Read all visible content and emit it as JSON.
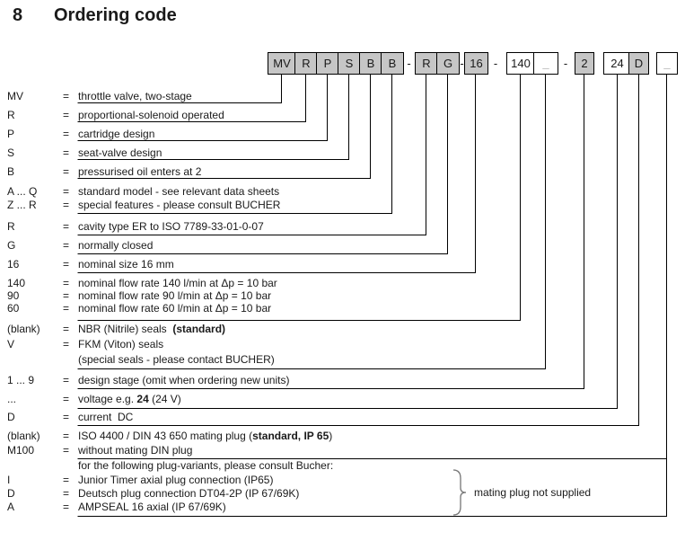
{
  "title": {
    "section_number": "8",
    "text": "Ordering code"
  },
  "code_row": {
    "separator": "-",
    "boxes": [
      {
        "label": "MV"
      },
      {
        "label": "R"
      },
      {
        "label": "P"
      },
      {
        "label": "S"
      },
      {
        "label": "B"
      },
      {
        "label": "B"
      },
      {
        "label": "R"
      },
      {
        "label": "G"
      },
      {
        "label": "16"
      },
      {
        "label": "140"
      },
      {
        "label": "_"
      },
      {
        "label": "2"
      },
      {
        "label": "24"
      },
      {
        "label": "D"
      },
      {
        "label": "_"
      }
    ]
  },
  "colors": {
    "box_gray": "#c6c6c6",
    "box_white": "#ffffff",
    "line_black": "#000000",
    "placeholder_gray": "#8f8f8f"
  },
  "rows": [
    {
      "code": "MV",
      "eq": "=",
      "desc": {
        "pre": "throttle valve, two-stage",
        "bold": "",
        "post": ""
      }
    },
    {
      "code": "R",
      "eq": "=",
      "desc": {
        "pre": "proportional-solenoid operated",
        "bold": "",
        "post": ""
      }
    },
    {
      "code": "P",
      "eq": "=",
      "desc": {
        "pre": "cartridge design",
        "bold": "",
        "post": ""
      }
    },
    {
      "code": "S",
      "eq": "=",
      "desc": {
        "pre": "seat-valve design",
        "bold": "",
        "post": ""
      }
    },
    {
      "code": "B",
      "eq": "=",
      "desc": {
        "pre": "pressurised oil enters at 2",
        "bold": "",
        "post": ""
      }
    },
    {
      "code": "A ... Q",
      "eq": "=",
      "desc": {
        "pre": "standard model - see relevant data sheets",
        "bold": "",
        "post": ""
      }
    },
    {
      "code": "Z ... R",
      "eq": "=",
      "desc": {
        "pre": "special features - please consult BUCHER",
        "bold": "",
        "post": ""
      }
    },
    {
      "code": "R",
      "eq": "=",
      "desc": {
        "pre": "cavity type ER to ISO 7789-33-01-0-07",
        "bold": "",
        "post": ""
      }
    },
    {
      "code": "G",
      "eq": "=",
      "desc": {
        "pre": "normally closed",
        "bold": "",
        "post": ""
      }
    },
    {
      "code": "16",
      "eq": "=",
      "desc": {
        "pre": "nominal size 16 mm",
        "bold": "",
        "post": ""
      }
    },
    {
      "code": "140",
      "eq": "=",
      "desc": {
        "pre": "nominal flow rate 140 l/min at Δp = 10 bar",
        "bold": "",
        "post": ""
      }
    },
    {
      "code": "90",
      "eq": "=",
      "desc": {
        "pre": "nominal flow rate 90 l/min at Δp = 10 bar",
        "bold": "",
        "post": ""
      }
    },
    {
      "code": "60",
      "eq": "=",
      "desc": {
        "pre": "nominal flow rate 60 l/min at Δp = 10 bar",
        "bold": "",
        "post": ""
      }
    },
    {
      "code": "(blank)",
      "eq": "=",
      "desc": {
        "pre": "NBR (Nitrile) seals  ",
        "bold": "(standard)",
        "post": ""
      }
    },
    {
      "code": "V",
      "eq": "=",
      "desc": {
        "pre": "FKM (Viton) seals",
        "bold": "",
        "post": ""
      }
    },
    {
      "code": "",
      "eq": "",
      "desc": {
        "pre": "(special seals - please contact BUCHER)",
        "bold": "",
        "post": ""
      }
    },
    {
      "code": "1 ... 9",
      "eq": "=",
      "desc": {
        "pre": "design stage (omit when ordering new units)",
        "bold": "",
        "post": ""
      }
    },
    {
      "code": "...",
      "eq": "=",
      "desc": {
        "pre": "voltage e.g. ",
        "bold": "24",
        "post": " (24 V)"
      }
    },
    {
      "code": "D",
      "eq": "=",
      "desc": {
        "pre": "current  DC",
        "bold": "",
        "post": ""
      }
    },
    {
      "code": "(blank)",
      "eq": "=",
      "desc": {
        "pre": "ISO 4400 / DIN 43 650 mating plug (",
        "bold": "standard, IP 65",
        "post": ")"
      }
    },
    {
      "code": "M100",
      "eq": "=",
      "desc": {
        "pre": "without mating DIN plug",
        "bold": "",
        "post": ""
      }
    },
    {
      "code": "",
      "eq": "",
      "desc": {
        "pre": "for the following plug-variants, please consult Bucher:",
        "bold": "",
        "post": ""
      }
    },
    {
      "code": "I",
      "eq": "=",
      "desc": {
        "pre": "Junior Timer axial plug connection (IP65)",
        "bold": "",
        "post": ""
      }
    },
    {
      "code": "D",
      "eq": "=",
      "desc": {
        "pre": "Deutsch plug connection DT04-2P (IP 67/69K)",
        "bold": "",
        "post": ""
      }
    },
    {
      "code": "A",
      "eq": "=",
      "desc": {
        "pre": "AMPSEAL 16 axial (IP 67/69K)",
        "bold": "",
        "post": ""
      }
    }
  ],
  "bracket_note": "mating plug not supplied"
}
